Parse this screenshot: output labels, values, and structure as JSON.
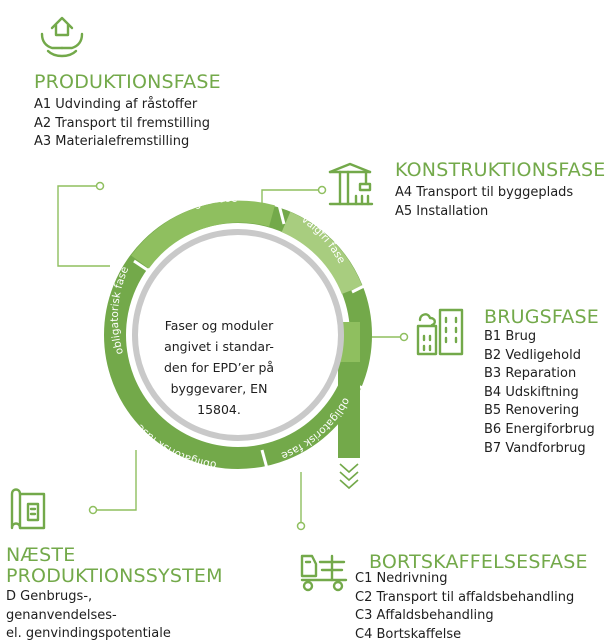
{
  "center_text": [
    "Faser og moduler",
    "angivet i standar-",
    "den for EPD’er på",
    "byggevarer, EN",
    "15804."
  ],
  "ring_labels": {
    "optional_1": "valgfri fase",
    "optional_2": "valgfri fase",
    "mandatory_left": "obligatorisk fase",
    "mandatory_right": "obligatorisk fase",
    "mandatory_bottom": "obligatorisk fase"
  },
  "phases": {
    "produktion": {
      "icon": "house-hands-icon",
      "title": "PRODUKTIONSFASE",
      "lines": [
        "A1 Udvinding af råstoffer",
        "A2 Transport til fremstilling",
        "A3 Materialefremstilling"
      ]
    },
    "konstruktion": {
      "icon": "crane-icon",
      "title": "KONSTRUKTIONSFASE",
      "lines": [
        "A4 Transport til byggeplads",
        "A5 Installation"
      ]
    },
    "brug": {
      "icon": "buildings-icon",
      "title": "BRUGSFASE",
      "lines": [
        "B1 Brug",
        "B2 Vedligehold",
        "B3 Reparation",
        "B4 Udskiftning",
        "B5 Renovering",
        "B6 Energiforbrug",
        "B7 Vandforbrug"
      ]
    },
    "bortskaffelse": {
      "icon": "truck-demolition-icon",
      "title": "BORTSKAFFELSESFASE",
      "lines": [
        "C1 Nedrivning",
        "C2 Transport til affaldsbehandling",
        "C3 Affaldsbehandling",
        "C4 Bortskaffelse"
      ]
    },
    "naeste": {
      "icon": "blueprint-icon",
      "title_lines": [
        "NÆSTE",
        "PRODUKTIONSSYSTEM"
      ],
      "lines": [
        "D Genbrugs-,",
        "genanvendelses-",
        "el. genvindingspotentiale"
      ]
    }
  },
  "colors": {
    "green": "#73a94a",
    "green_light": "#8fbf5f",
    "green_pale": "#a8cd7f",
    "ring_gray": "#c9c9c9",
    "text": "#1e1e1e"
  }
}
